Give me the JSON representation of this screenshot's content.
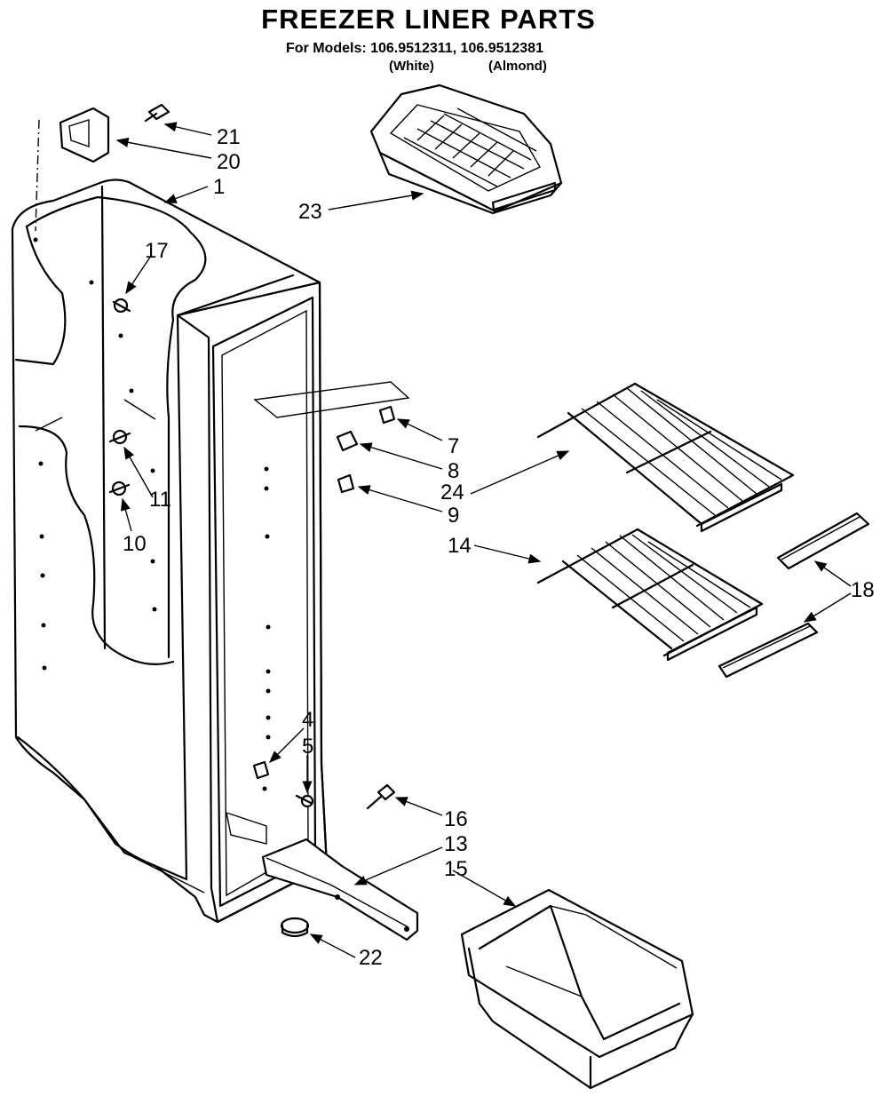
{
  "title": "FREEZER LINER PARTS",
  "models_line": "For Models: 106.9512311, 106.9512381",
  "finish_white": "(White)",
  "finish_almond": "(Almond)",
  "callouts": {
    "c1": "1",
    "c4": "4",
    "c5": "5",
    "c7": "7",
    "c8": "8",
    "c9": "9",
    "c10": "10",
    "c11": "11",
    "c13": "13",
    "c14": "14",
    "c15": "15",
    "c16": "16",
    "c17": "17",
    "c18": "18",
    "c20": "20",
    "c21": "21",
    "c22": "22",
    "c23": "23",
    "c24": "24"
  }
}
